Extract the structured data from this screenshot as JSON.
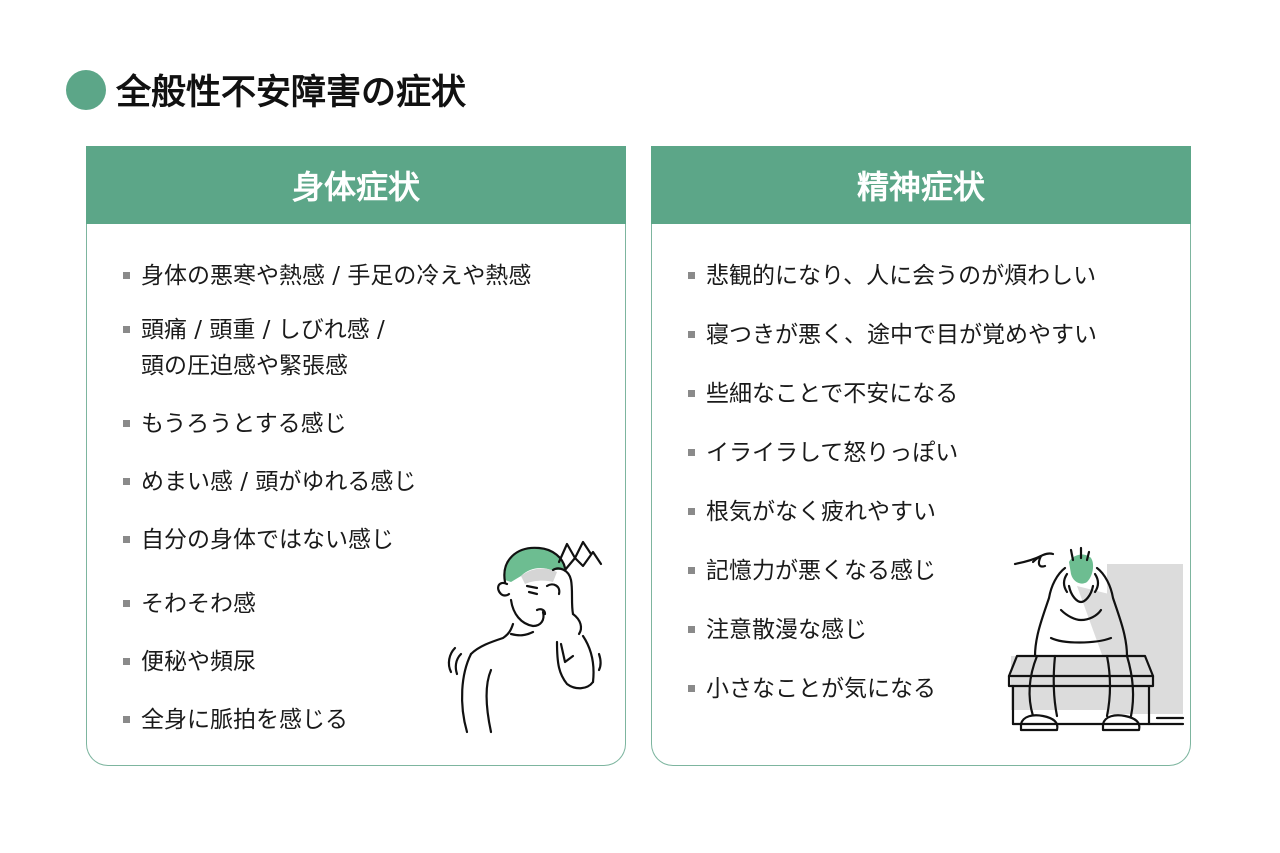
{
  "title": "全般性不安障害の症状",
  "colors": {
    "accent": "#5ca688",
    "border": "#7db59f",
    "bullet": "#8a8a8a",
    "text": "#1a1a1a"
  },
  "cards": [
    {
      "header": "身体症状",
      "items": [
        {
          "lines": [
            "身体の悪寒や熱感 / 手足の冷えや熱感"
          ]
        },
        {
          "lines": [
            "頭痛 / 頭重 / しびれ感 /",
            "頭の圧迫感や緊張感"
          ]
        },
        {
          "lines": [
            "もうろうとする感じ"
          ]
        },
        {
          "lines": [
            "めまい感 / 頭がゆれる感じ"
          ]
        },
        {
          "lines": [
            "自分の身体ではない感じ"
          ]
        },
        {
          "lines": [
            "そわそわ感"
          ]
        },
        {
          "lines": [
            "便秘や頻尿"
          ]
        },
        {
          "lines": [
            "全身に脈拍を感じる"
          ]
        }
      ],
      "illustration": "man-holding-head-icon"
    },
    {
      "header": "精神症状",
      "items": [
        {
          "lines": [
            "悲観的になり、人に会うのが煩わしい"
          ]
        },
        {
          "lines": [
            "寝つきが悪く、途中で目が覚めやすい"
          ]
        },
        {
          "lines": [
            "些細なことで不安になる"
          ]
        },
        {
          "lines": [
            "イライラして怒りっぽい"
          ]
        },
        {
          "lines": [
            "根気がなく疲れやすい"
          ]
        },
        {
          "lines": [
            "記憶力が悪くなる感じ"
          ]
        },
        {
          "lines": [
            "注意散漫な感じ"
          ]
        },
        {
          "lines": [
            "小さなことが気になる"
          ]
        }
      ],
      "illustration": "man-sitting-head-in-hands-icon"
    }
  ]
}
